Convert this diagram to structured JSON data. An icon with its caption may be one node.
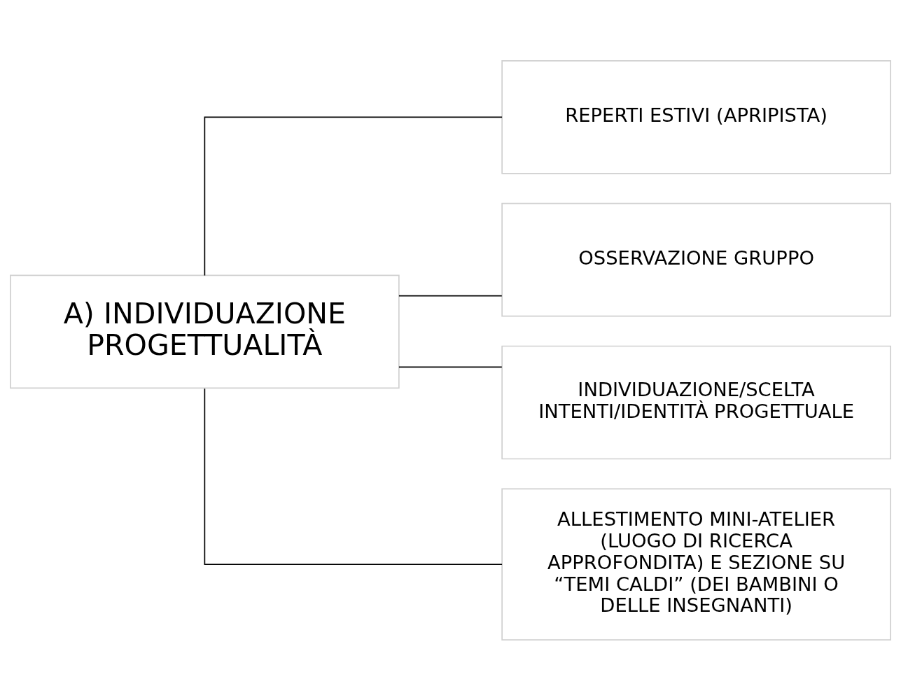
{
  "diagram": {
    "nodes": [
      {
        "text": [
          "A) INDIVIDUAZIONE PROGETTUALITÀ"
        ]
      },
      {
        "text": [
          "REPERTI ESTIVI (APRIPISTA)"
        ]
      },
      {
        "text": [
          "OSSERVAZIONE GRUPPO"
        ]
      },
      {
        "text": [
          "INDIVIDUAZIONE/SCELTA INTENTI/IDENTITÀ PROGETTUALE"
        ]
      },
      {
        "text": [
          "ALLESTIMENTO MINI-ATELIER (LUOGO DI RICERCA APPROFONDITA) E SEZIONE SU “TEMI CALDI” (DEI BAMBINI O DELLE INSEGNANTI)"
        ]
      }
    ],
    "edges": [
      {
        "from": 0,
        "to": 1,
        "arrow": "none"
      },
      {
        "from": 0,
        "to": 2,
        "arrow": "none"
      },
      {
        "from": 0,
        "to": 3,
        "arrow": "none"
      },
      {
        "from": 0,
        "to": 4,
        "arrow": "none"
      }
    ]
  }
}
